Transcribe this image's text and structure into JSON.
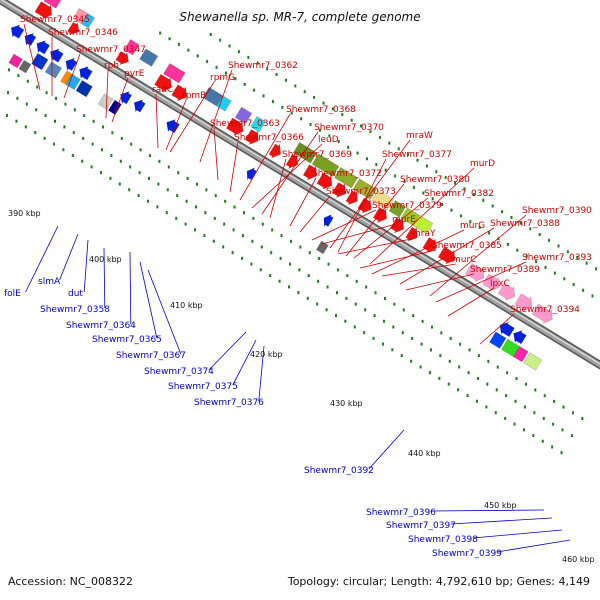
{
  "title": "Shewanella sp. MR-7, complete genome",
  "footer": {
    "accession": "Accession: NC_008322",
    "summary": "Topology: circular; Length: 4,792,610 bp; Genes: 4,149"
  },
  "colors": {
    "forward_label": "#cc0000",
    "reverse_label": "#0000cc",
    "backbone": "#a0a0a0",
    "tick": "#1f7a1f"
  },
  "ticks": [
    "390 kbp",
    "400 kbp",
    "410 kbp",
    "420 kbp",
    "430 kbp",
    "440 kbp",
    "450 kbp",
    "460 kbp"
  ],
  "forward_labels": [
    "Shewmr7_0345",
    "Shewmr7_0346",
    "Shewmr7_0347",
    "rph",
    "pyrE",
    "radC",
    "rpmB",
    "rpmG",
    "Shewmr7_0362",
    "Shewmr7_0363",
    "Shewmr7_0366",
    "Shewmr7_0368",
    "leuD",
    "Shewmr7_0370",
    "Shewmr7_0369",
    "mraW",
    "Shewmr7_0372",
    "Shewmr7_0377",
    "Shewmr7_0373",
    "Shewmr7_0380",
    "murD",
    "Shewmr7_0382",
    "Shewmr7_0379",
    "murE",
    "mraY",
    "murG",
    "Shewmr7_0388",
    "Shewmr7_0390",
    "Shewmr7_0385",
    "murC",
    "Shewmr7_0389",
    "Shewmr7_0393",
    "lpxC",
    "Shewmr7_0394"
  ],
  "reverse_labels": [
    "folE",
    "slmA",
    "dut",
    "Shewmr7_0358",
    "Shewmr7_0364",
    "Shewmr7_0365",
    "Shewmr7_0367",
    "Shewmr7_0374",
    "Shewmr7_0375",
    "Shewmr7_0376",
    "Shewmr7_0392",
    "Shewmr7_0396",
    "Shewmr7_0397",
    "Shewmr7_0398",
    "Shewmr7_0399"
  ]
}
